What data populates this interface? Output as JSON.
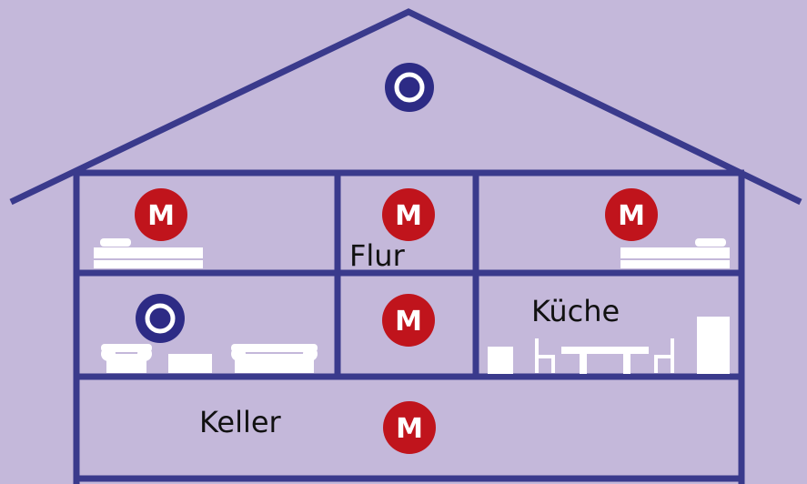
{
  "colors": {
    "background": "#c4b8da",
    "walls": "#3a3a8c",
    "alarm_red": "#c0141c",
    "smoke_detector": "#2d2b85",
    "furniture": "#ffffff"
  },
  "labels": {
    "hallway": "Flur",
    "kitchen": "Küche",
    "basement": "Keller"
  },
  "badge_letter": "M",
  "icons": {
    "alarm": "red-circle-m-icon",
    "detector": "smoke-detector-icon"
  }
}
